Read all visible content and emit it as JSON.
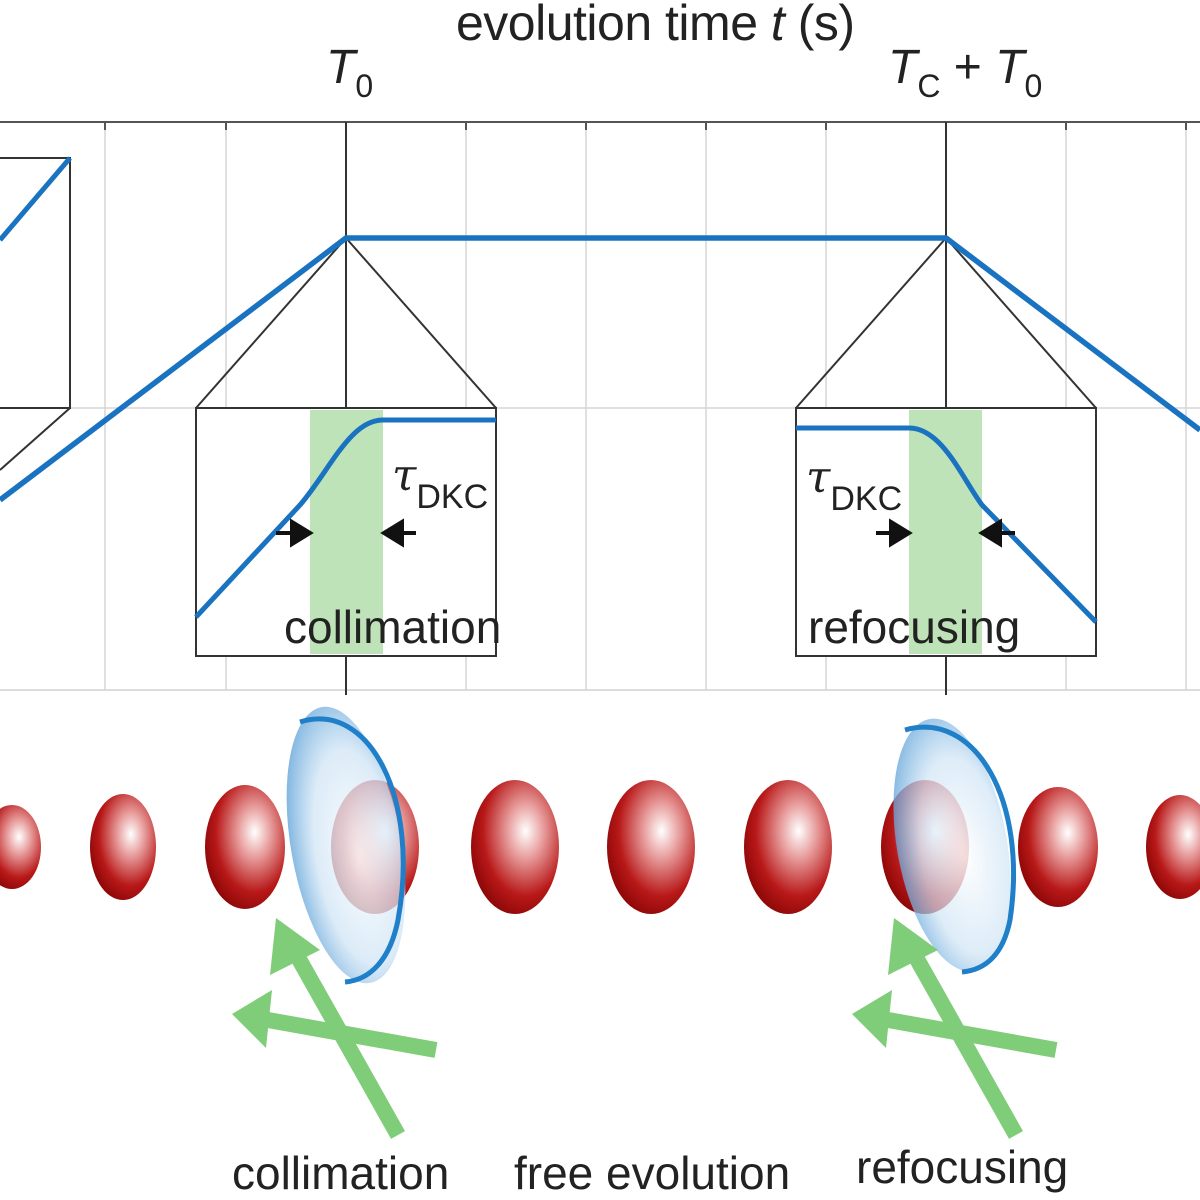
{
  "axis": {
    "title_prefix": "evolution time ",
    "title_var": "t",
    "title_unit": " (s)"
  },
  "ticks": {
    "t0_symbol": "T",
    "t0_sub": "0",
    "tc_symbol": "T",
    "tc_sub": "C",
    "tc_plus": " + ",
    "tc_t0_symbol": "T",
    "tc_t0_sub": "0"
  },
  "insets": {
    "left_tau": "τ",
    "left_tau_sub": "DKC",
    "left_label": "collimation",
    "right_tau": "τ",
    "right_tau_sub": "DKC",
    "right_label": "refocusing"
  },
  "bottom_labels": {
    "collimation": "collimation",
    "free_evolution": "free evolution",
    "refocusing": "refocusing"
  },
  "colors": {
    "curve": "#1a73c0",
    "frame": "#333333",
    "grid": "#d6d6d6",
    "highlight": "#bfe3b8",
    "arrow": "#7fcd78",
    "atom": "#b81818",
    "lens": "#2a85cc"
  }
}
